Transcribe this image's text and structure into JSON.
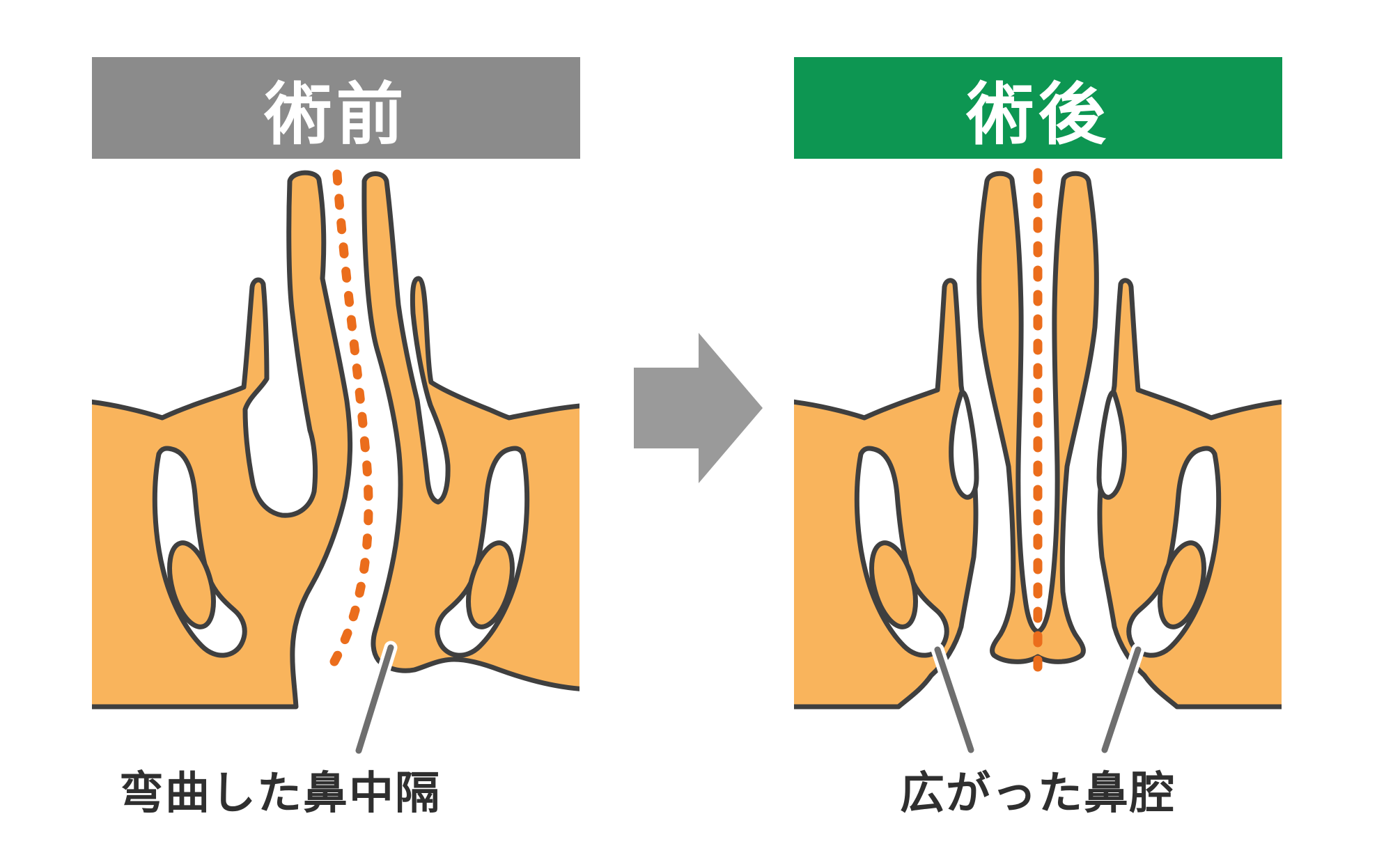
{
  "panels": {
    "pre": {
      "header": "術前",
      "caption": "弯曲した鼻中隔",
      "header_color": "#8B8B8B",
      "description_icon": "deviated-septum-illustration"
    },
    "post": {
      "header": "術後",
      "caption": "広がった鼻腔",
      "header_color": "#0D9652",
      "description_icon": "straight-septum-illustration"
    }
  },
  "arrow_icon": "right-arrow-icon",
  "colors": {
    "gray-bar": "#8B8B8B",
    "green-bar": "#0D9652",
    "tissue": "#F9B45C",
    "outline": "#3F3F3F",
    "dots": "#EB6D1C",
    "arrow": "#9A9A9A",
    "leader": "#6E6E6E",
    "text": "#2F2F2F"
  }
}
